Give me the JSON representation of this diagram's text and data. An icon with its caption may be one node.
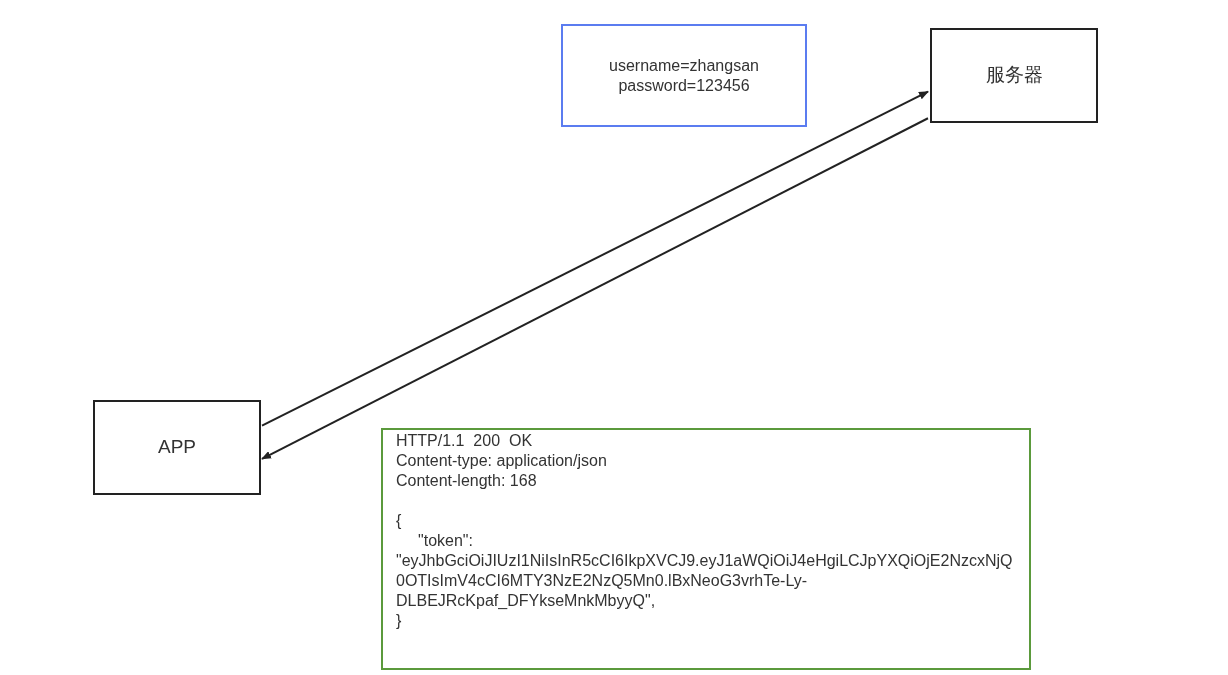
{
  "diagram": {
    "nodes": [
      {
        "text": [
          "username=zhangsan password=123456"
        ]
      },
      {
        "text": [
          "服务器"
        ]
      },
      {
        "text": [
          "APP"
        ]
      },
      {
        "text": [
          "HTTP/1.1  200  OK",
          "Content-type: application/json",
          "Content-length: 168",
          "{",
          "\"token\": \"eyJhbGciOiJIUzI1NiIsInR5cCI6IkpXVCJ9.eyJ1aWQiOiJ4eHgiLCJpYXQiOjE2NzcxNjQ0OTIsImV4cCI6MTY3NzE2NzQ5Mn0.lBxNeoG3vrhTe-Ly-DLBEJRcKpaf_DFYkseMnkMbyyQ\",",
          "}"
        ]
      }
    ],
    "edges": [
      {
        "from": 2,
        "to": 1,
        "arrow": "to"
      },
      {
        "from": 1,
        "to": 2,
        "arrow": "to"
      }
    ]
  }
}
